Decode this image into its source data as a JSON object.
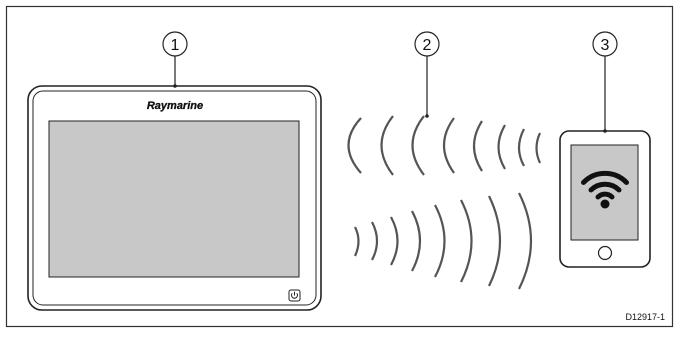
{
  "callouts": [
    {
      "number": "1"
    },
    {
      "number": "2"
    },
    {
      "number": "3"
    }
  ],
  "display": {
    "brand": "Raymarine",
    "screen_color": "#c8c8c8",
    "bezel_color": "#ffffff",
    "power_icon": "power-icon"
  },
  "wireless": {
    "upper_arcs_direction": "opening-right",
    "lower_arcs_direction": "opening-left",
    "arc_count": 8
  },
  "mobile_device": {
    "screen_color": "#c8c8c8",
    "icon": "wifi-icon",
    "home_button_icon": "home-button-icon"
  },
  "figure_id": "D12917-1",
  "colors": {
    "border": "#333333",
    "ink": "#111111"
  }
}
